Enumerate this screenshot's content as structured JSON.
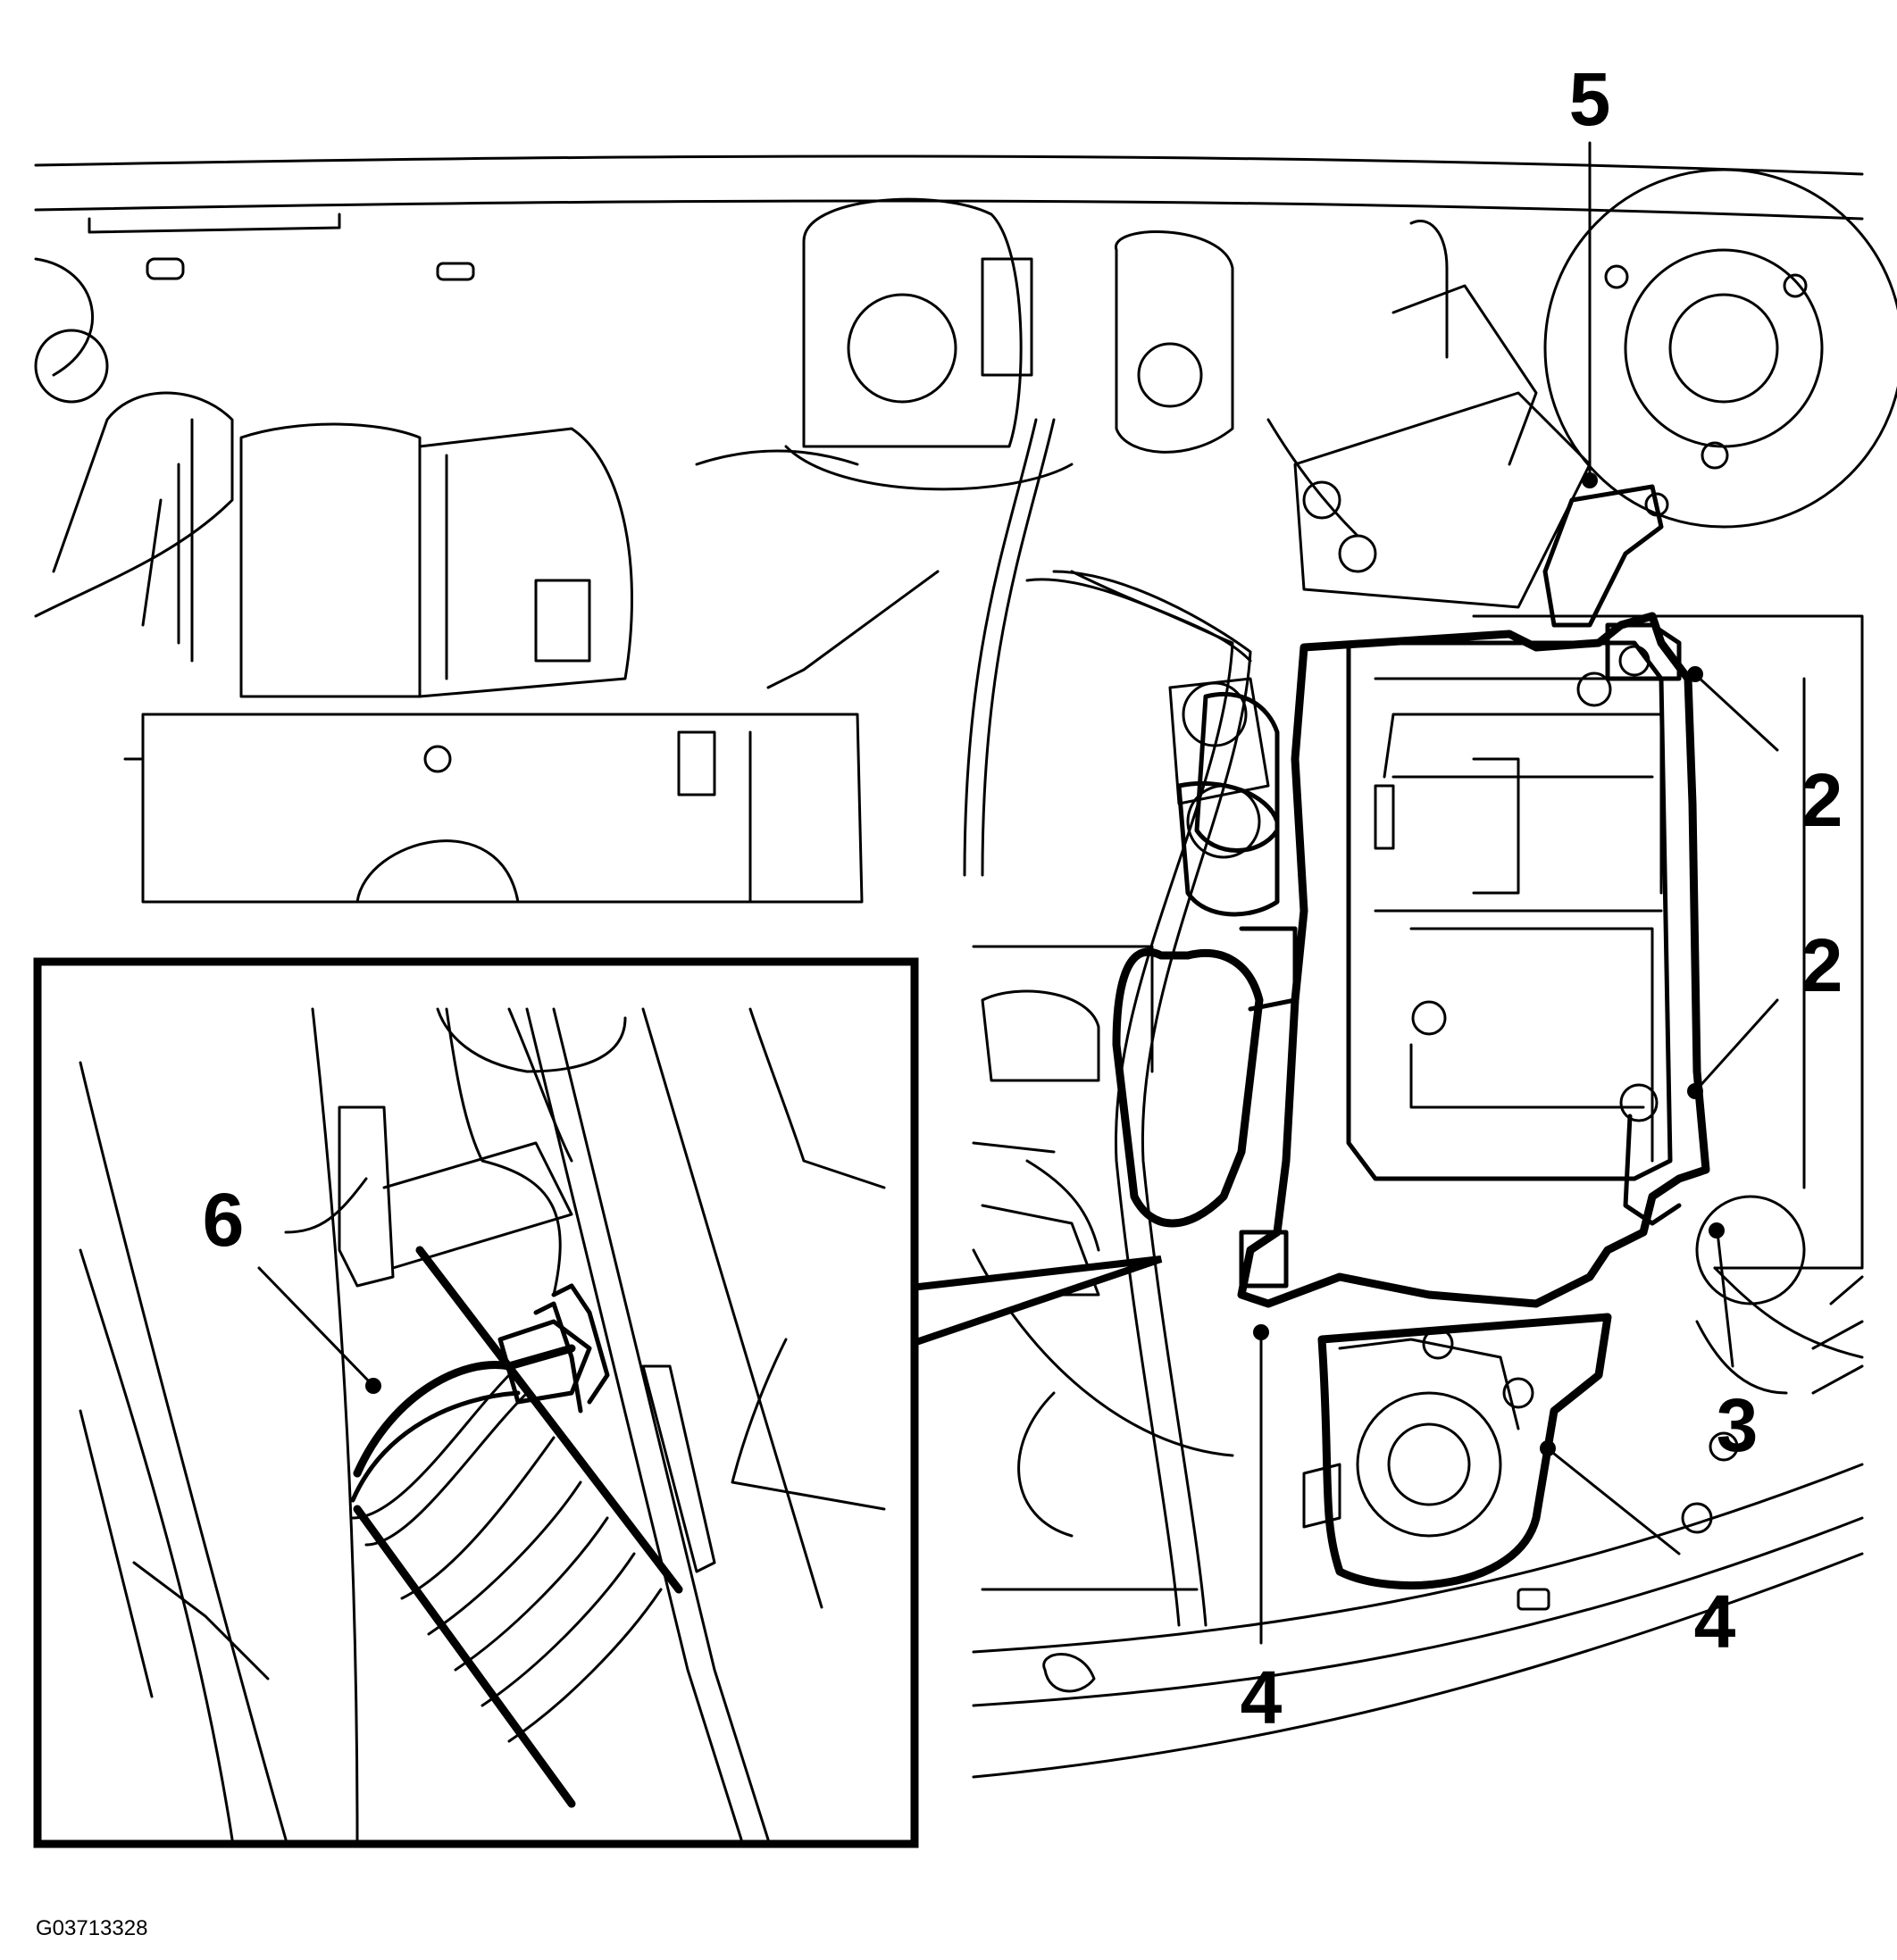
{
  "figure": {
    "figure_id": "G03713328",
    "callouts": {
      "c5": "5",
      "c2_top": "2",
      "c2_mid": "2",
      "c3": "3",
      "c4_right": "4",
      "c4_bottom": "4",
      "c6": "6"
    }
  },
  "colors": {
    "line": "#000000",
    "background": "#ffffff"
  }
}
